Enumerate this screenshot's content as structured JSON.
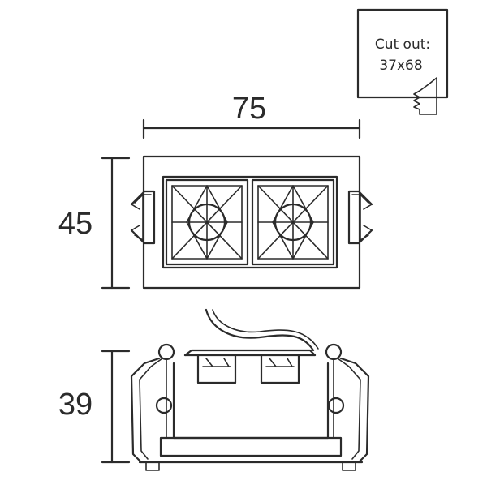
{
  "dimensions": {
    "width_label": "75",
    "height_label": "45",
    "depth_label": "39"
  },
  "cutout_note": {
    "line1": "Cut out:",
    "line2": "37x68"
  },
  "colors": {
    "line": "#2b2b2b",
    "background": "#ffffff"
  }
}
